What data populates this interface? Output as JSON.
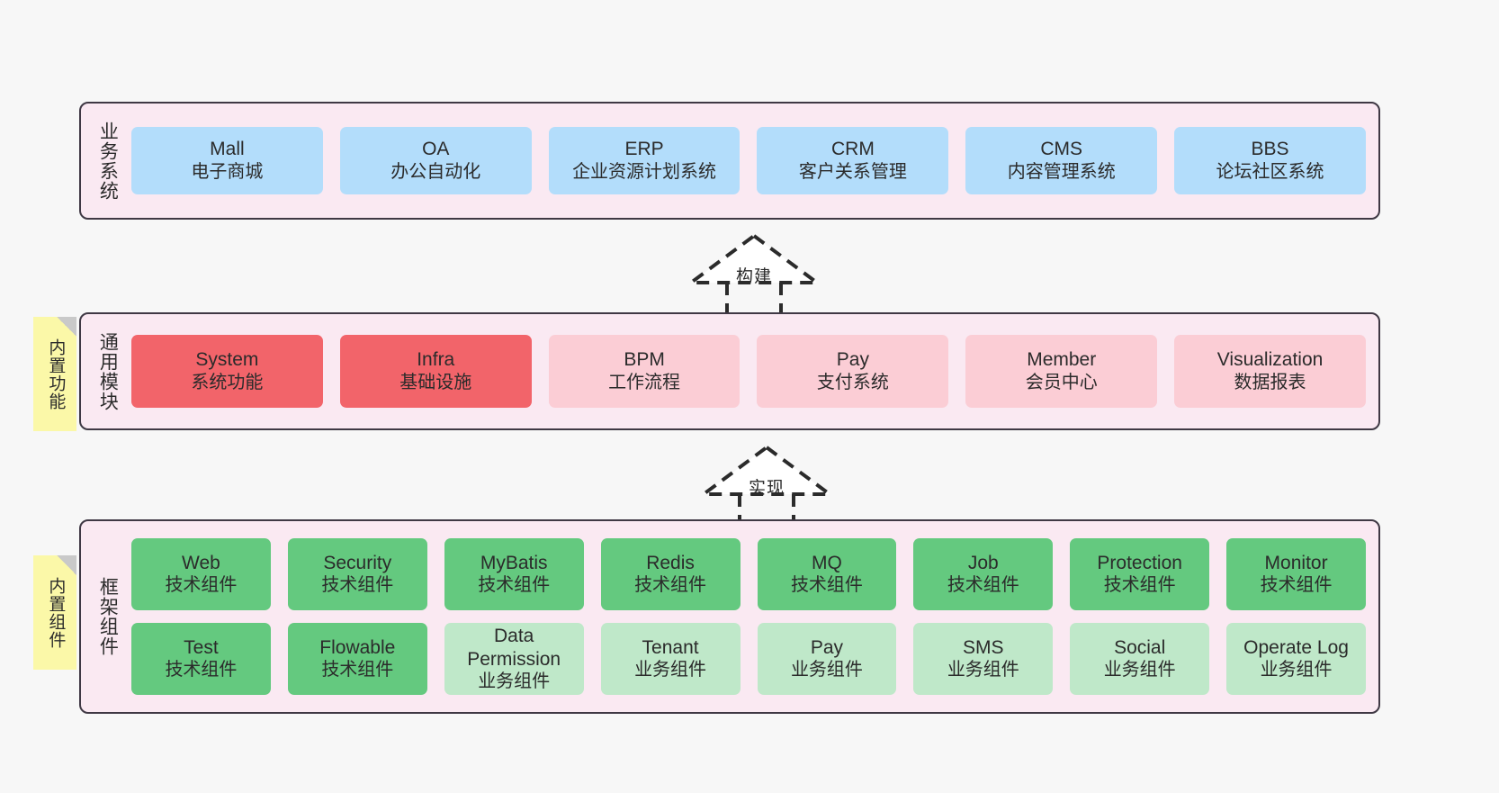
{
  "diagram": {
    "background_color": "#f7f7f7",
    "layer_bg_color": "#fae9f2",
    "layer_border_color": "#3f3844",
    "note_color": "#fbf8a8"
  },
  "layers": [
    {
      "key": "business",
      "title": "业务系统",
      "rows": [
        {
          "cards": [
            {
              "en": "Mall",
              "cn": "电子商城",
              "theme": "c-blue"
            },
            {
              "en": "OA",
              "cn": "办公自动化",
              "theme": "c-blue"
            },
            {
              "en": "ERP",
              "cn": "企业资源计划系统",
              "theme": "c-blue"
            },
            {
              "en": "CRM",
              "cn": "客户关系管理",
              "theme": "c-blue"
            },
            {
              "en": "CMS",
              "cn": "内容管理系统",
              "theme": "c-blue"
            },
            {
              "en": "BBS",
              "cn": "论坛社区系统",
              "theme": "c-blue"
            }
          ]
        }
      ]
    },
    {
      "key": "modules",
      "title": "通用模块",
      "note": "内置功能",
      "rows": [
        {
          "cards": [
            {
              "en": "System",
              "cn": "系统功能",
              "theme": "c-red"
            },
            {
              "en": "Infra",
              "cn": "基础设施",
              "theme": "c-red"
            },
            {
              "en": "BPM",
              "cn": "工作流程",
              "theme": "c-pink"
            },
            {
              "en": "Pay",
              "cn": "支付系统",
              "theme": "c-pink"
            },
            {
              "en": "Member",
              "cn": "会员中心",
              "theme": "c-pink"
            },
            {
              "en": "Visualization",
              "cn": "数据报表",
              "theme": "c-pink"
            }
          ]
        }
      ]
    },
    {
      "key": "framework",
      "title": "框架组件",
      "note": "内置组件",
      "rows": [
        {
          "cards": [
            {
              "en": "Web",
              "cn": "技术组件",
              "theme": "c-green-dark"
            },
            {
              "en": "Security",
              "cn": "技术组件",
              "theme": "c-green-dark"
            },
            {
              "en": "MyBatis",
              "cn": "技术组件",
              "theme": "c-green-dark"
            },
            {
              "en": "Redis",
              "cn": "技术组件",
              "theme": "c-green-dark"
            },
            {
              "en": "MQ",
              "cn": "技术组件",
              "theme": "c-green-dark"
            },
            {
              "en": "Job",
              "cn": "技术组件",
              "theme": "c-green-dark"
            },
            {
              "en": "Protection",
              "cn": "技术组件",
              "theme": "c-green-dark"
            },
            {
              "en": "Monitor",
              "cn": "技术组件",
              "theme": "c-green-dark"
            }
          ]
        },
        {
          "cards": [
            {
              "en": "Test",
              "cn": "技术组件",
              "theme": "c-green-dark"
            },
            {
              "en": "Flowable",
              "cn": "技术组件",
              "theme": "c-green-dark"
            },
            {
              "en": "Data Permission",
              "cn": "业务组件",
              "theme": "c-green-light"
            },
            {
              "en": "Tenant",
              "cn": "业务组件",
              "theme": "c-green-light"
            },
            {
              "en": "Pay",
              "cn": "业务组件",
              "theme": "c-green-light"
            },
            {
              "en": "SMS",
              "cn": "业务组件",
              "theme": "c-green-light"
            },
            {
              "en": "Social",
              "cn": "业务组件",
              "theme": "c-green-light"
            },
            {
              "en": "Operate Log",
              "cn": "业务组件",
              "theme": "c-green-light"
            }
          ]
        }
      ]
    }
  ],
  "connectors": [
    {
      "key": "build",
      "label": "构建"
    },
    {
      "key": "implement",
      "label": "实现"
    }
  ]
}
